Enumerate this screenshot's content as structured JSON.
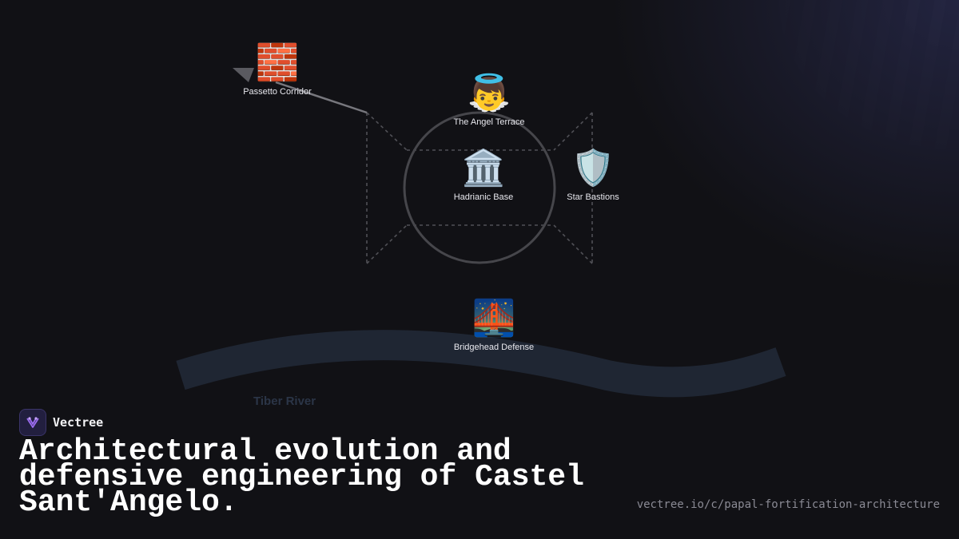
{
  "diagram": {
    "nodes": [
      {
        "id": "passetto",
        "emoji": "🧱",
        "label": "Passetto Corridor",
        "icon": "brick-wall-icon"
      },
      {
        "id": "angel",
        "emoji": "👼",
        "label": "The Angel Terrace",
        "icon": "angel-icon"
      },
      {
        "id": "hadrianic",
        "emoji": "🏛️",
        "label": "Hadrianic Base",
        "icon": "classical-building-icon"
      },
      {
        "id": "bastions",
        "emoji": "🛡️",
        "label": "Star Bastions",
        "icon": "shield-icon"
      },
      {
        "id": "bridgehead",
        "emoji": "🌉",
        "label": "Bridgehead Defense",
        "icon": "bridge-at-night-icon"
      }
    ],
    "river_label": "Tiber River"
  },
  "brand": {
    "name": "Vectree",
    "logo_color": "#9b6cf0"
  },
  "headline": "Architectural evolution and defensive engineering of Castel Sant'Angelo.",
  "url": "vectree.io/c/papal-fortification-architecture",
  "colors": {
    "background": "#111115",
    "river": "#1f2633",
    "outline": "#444448"
  }
}
